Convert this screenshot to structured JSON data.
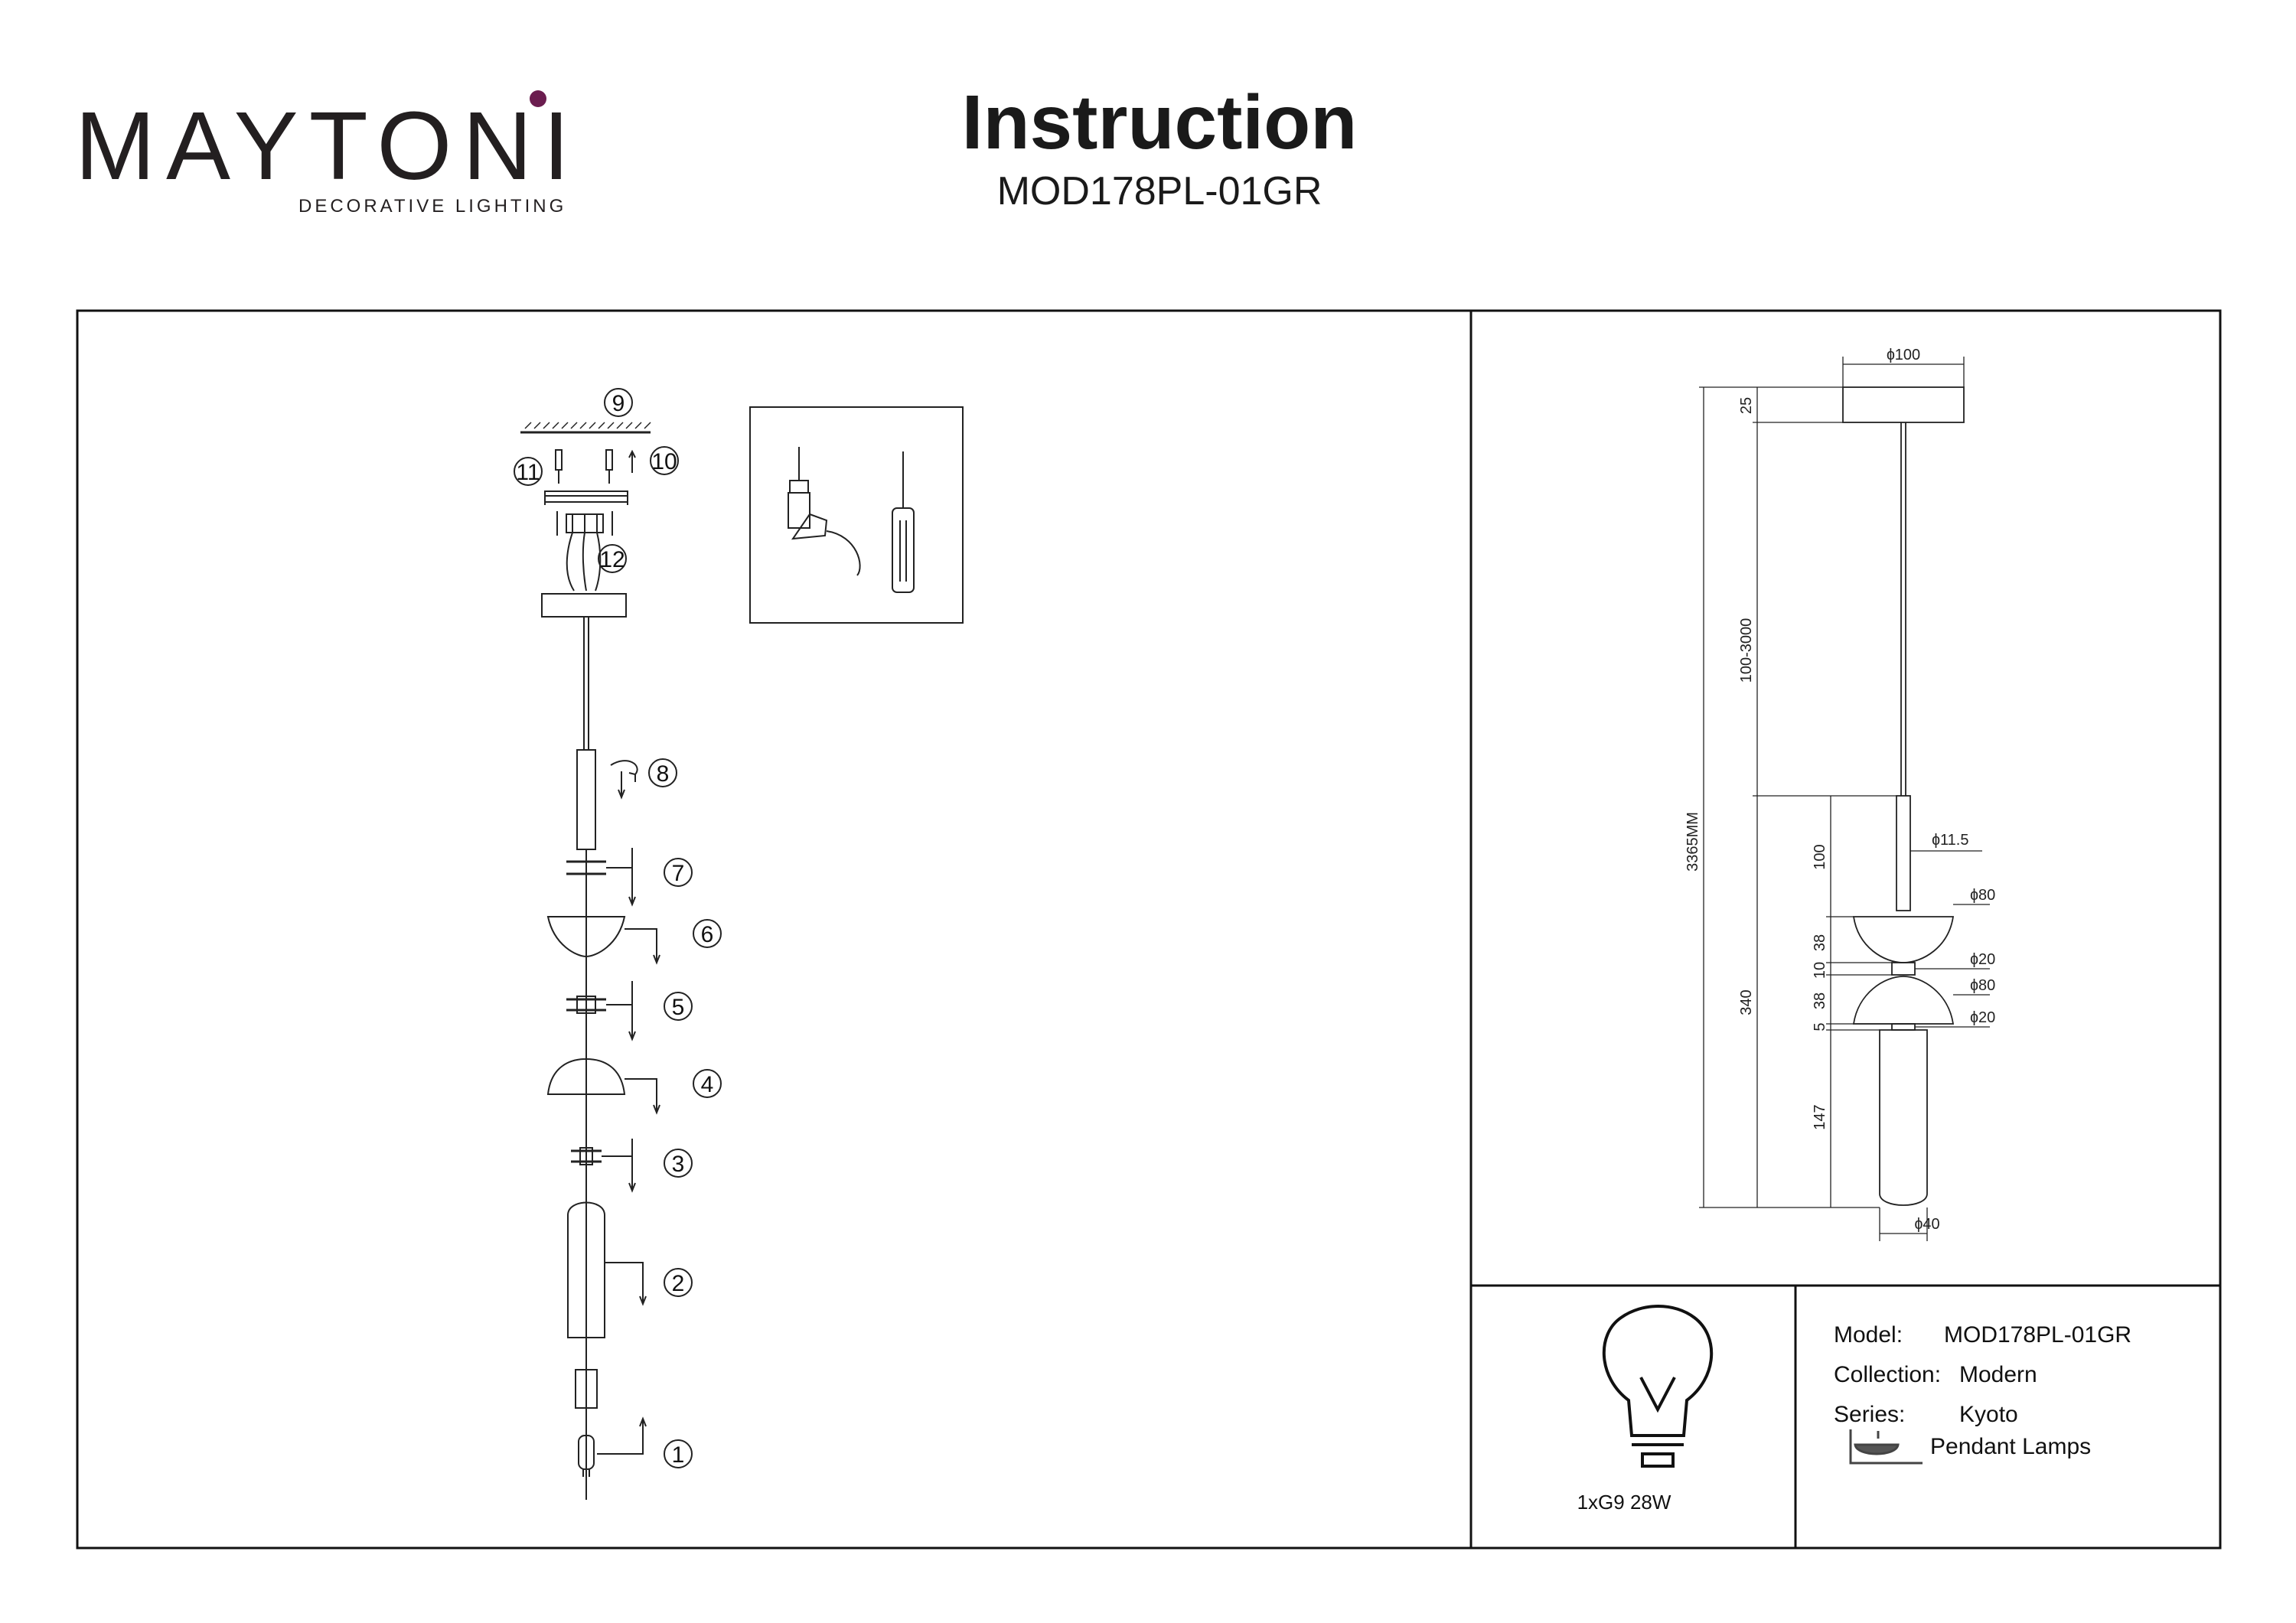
{
  "brand": {
    "name": "MAYTONI",
    "tagline": "DECORATIVE LIGHTING",
    "accent_color": "#6b1d4f"
  },
  "header": {
    "title": "Instruction",
    "model": "MOD178PL-01GR"
  },
  "assembly": {
    "callouts": [
      "1",
      "2",
      "3",
      "4",
      "5",
      "6",
      "7",
      "8",
      "9",
      "10",
      "11",
      "12"
    ]
  },
  "dimensions": {
    "canopy_diameter": "ɸ100",
    "canopy_height": "25",
    "cable_length": "100-3000",
    "total_height": "3365MM",
    "rod_length": "100",
    "rod_diameter": "ɸ11.5",
    "shade_top_diameter": "ɸ80",
    "shade_height_top": "38",
    "connector_top": "10",
    "connector_diameter_1": "ɸ20",
    "shade_bottom_diameter": "ɸ80",
    "shade_height_bottom": "38",
    "connector_bottom": "5",
    "connector_diameter_2": "ɸ20",
    "body_height": "340",
    "glass_height": "147",
    "glass_diameter": "ɸ40"
  },
  "lamp": {
    "spec": "1xG9 28W",
    "icon": "light-bulb-icon"
  },
  "specs": {
    "model_label": "Model:",
    "model_value": "MOD178PL-01GR",
    "collection_label": "Collection:",
    "collection_value": "Modern",
    "series_label": "Series:",
    "series_value": "Kyoto",
    "type_value": "Pendant Lamps",
    "type_icon": "pendant-lamp-icon"
  }
}
